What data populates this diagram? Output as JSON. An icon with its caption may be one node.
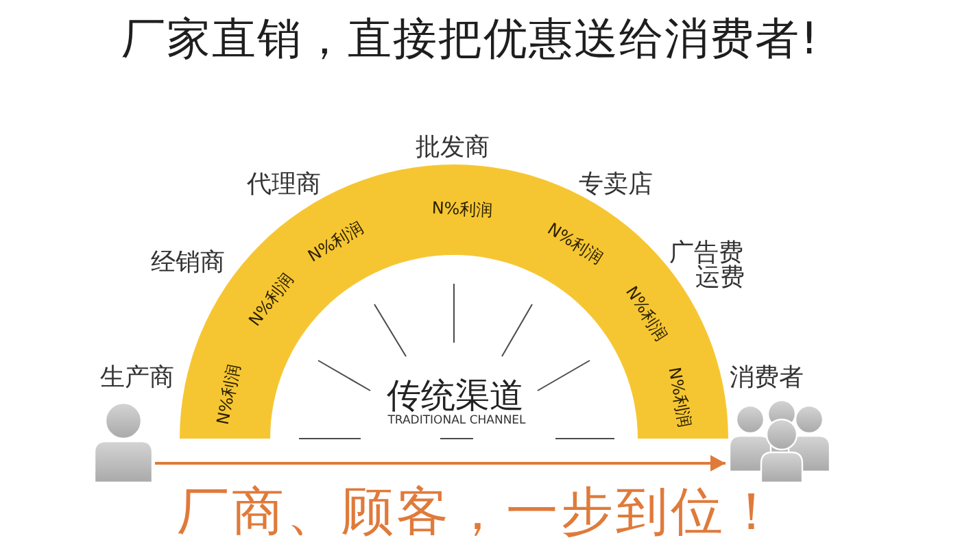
{
  "diagram": {
    "title": "厂家直销，直接把优惠送给消费者!",
    "caption": "厂商、顾客，一步到位！",
    "nodes": [
      {
        "text": [
          "生产商"
        ]
      },
      {
        "text": [
          "N%利润",
          "N%利润",
          "N%利润",
          "N%利润",
          "N%利润",
          "N%利润",
          "N%利润"
        ],
        "beside": [
          "经销商",
          "代理商",
          "批发商",
          "专卖店",
          "广告费",
          "运费"
        ]
      },
      {
        "text": [
          "消费者"
        ]
      }
    ],
    "edges": [
      {
        "from": 0,
        "to": 2,
        "arrow": "to"
      }
    ],
    "labels": [
      "传统渠道",
      "TRADITIONAL CHANNEL"
    ]
  }
}
